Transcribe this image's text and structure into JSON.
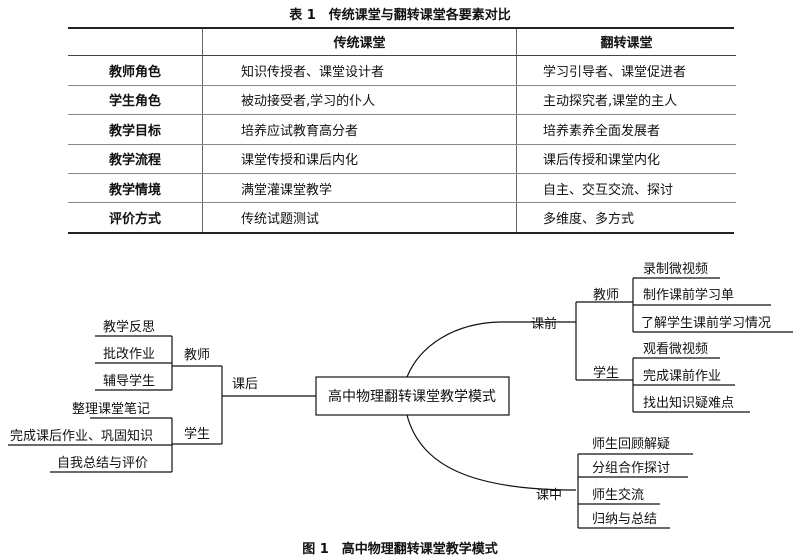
{
  "table": {
    "title": "表 1　传统课堂与翻转课堂各要素对比",
    "headers": [
      "",
      "传统课堂",
      "翻转课堂"
    ],
    "rows": [
      [
        "教师角色",
        "知识传授者、课堂设计者",
        "学习引导者、课堂促进者"
      ],
      [
        "学生角色",
        "被动接受者,学习的仆人",
        "主动探究者,课堂的主人"
      ],
      [
        "教学目标",
        "培养应试教育高分者",
        "培养素养全面发展者"
      ],
      [
        "教学流程",
        "课堂传授和课后内化",
        "课后传授和课堂内化"
      ],
      [
        "教学情境",
        "满堂灌课堂教学",
        "自主、交互交流、探讨"
      ],
      [
        "评价方式",
        "传统试题测试",
        "多维度、多方式"
      ]
    ]
  },
  "mindmap": {
    "center": "高中物理翻转课堂教学模式",
    "pre_class": {
      "label": "课前",
      "teacher": {
        "label": "教师",
        "items": [
          "录制微视频",
          "制作课前学习单",
          "了解学生课前学习情况"
        ]
      },
      "student": {
        "label": "学生",
        "items": [
          "观看微视频",
          "完成课前作业",
          "找出知识疑难点"
        ]
      }
    },
    "in_class": {
      "label": "课中",
      "items": [
        "师生回顾解疑",
        "分组合作探讨",
        "师生交流",
        "归纳与总结"
      ]
    },
    "post_class": {
      "label": "课后",
      "teacher": {
        "label": "教师",
        "items": [
          "教学反思",
          "批改作业",
          "辅导学生"
        ]
      },
      "student": {
        "label": "学生",
        "items": [
          "整理课堂笔记",
          "完成课后作业、巩固知识",
          "自我总结与评价"
        ]
      }
    }
  },
  "figure_caption": "图 1　高中物理翻转课堂教学模式"
}
